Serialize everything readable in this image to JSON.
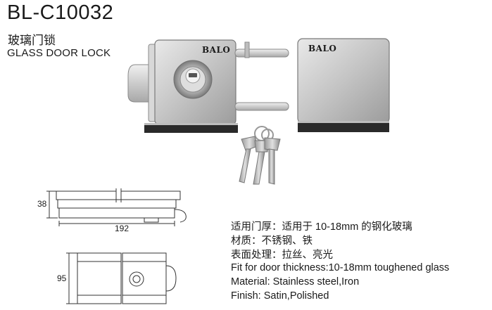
{
  "header": {
    "model": "BL-C10032",
    "title_zh": "玻璃门锁",
    "title_en": "GLASS DOOR LOCK"
  },
  "brand": "BALO",
  "dimensions": {
    "height_side": "38",
    "width": "192",
    "height_front": "95"
  },
  "specs": [
    "适用门厚：适用于 10-18mm 的钢化玻璃",
    "材质：不锈钢、铁",
    "表面处理：拉丝、亮光",
    "Fit for door thickness:10-18mm toughened glass",
    "Material: Stainless steel,Iron",
    "Finish: Satin,Polished"
  ],
  "colors": {
    "steel": "#c8c8c8",
    "steel_dark": "#8a8a8a",
    "rubber": "#222222",
    "line": "#333333"
  }
}
